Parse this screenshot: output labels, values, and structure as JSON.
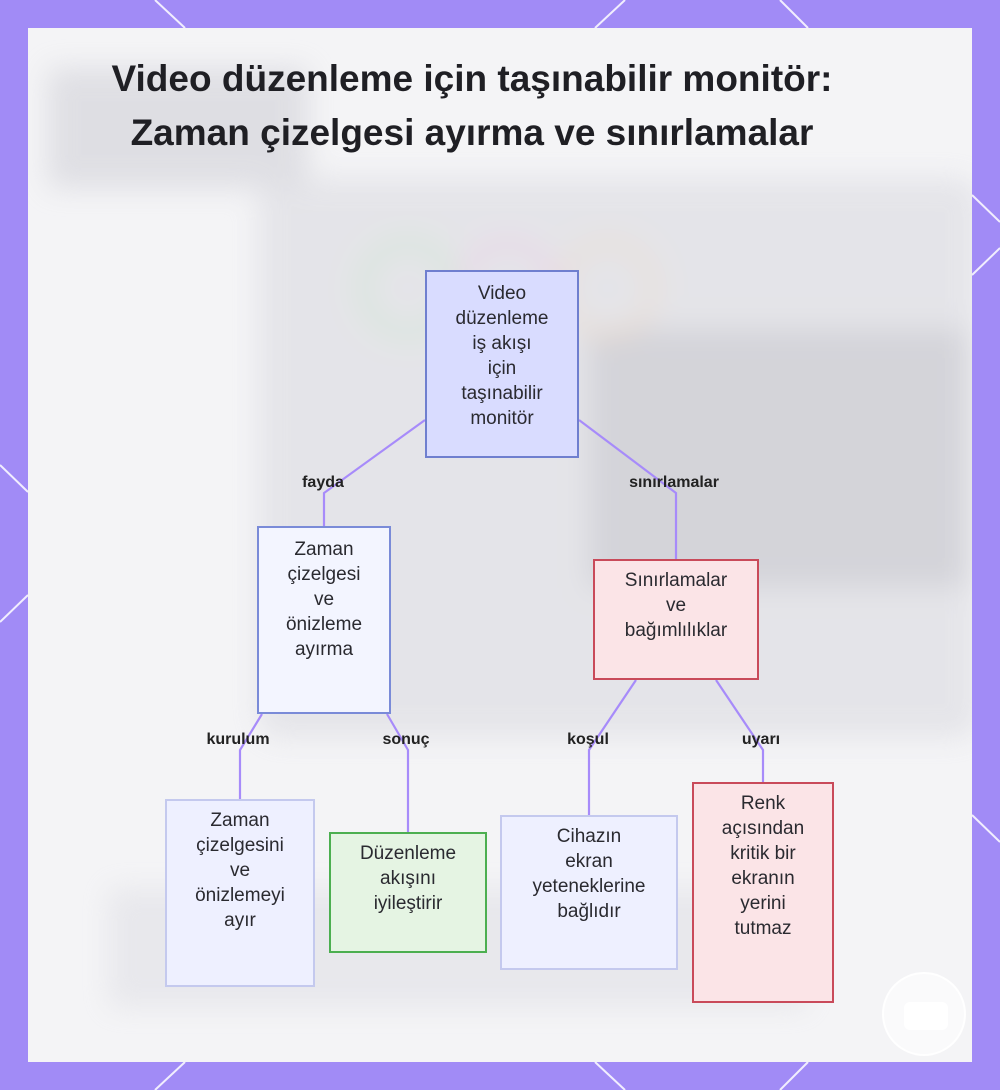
{
  "title": "Video düzenleme için taşınabilir monitör: Zaman çizelgesi ayırma ve sınırlamalar",
  "nodes": {
    "root": [
      "Video",
      "düzenleme",
      "iş akışı",
      "için",
      "taşınabilir",
      "monitör"
    ],
    "benefit": [
      "Zaman",
      "çizelgesi",
      "ve",
      "önizleme",
      "ayırma"
    ],
    "limits": [
      "Sınırlamalar",
      "ve",
      "bağımlılıklar"
    ],
    "setup": [
      "Zaman",
      "çizelgesini",
      "ve",
      "önizlemeyi",
      "ayır"
    ],
    "result": [
      "Düzenleme",
      "akışını",
      "iyileştirir"
    ],
    "condition": [
      "Cihazın",
      "ekran",
      "yeteneklerine",
      "bağlıdır"
    ],
    "warning": [
      "Renk",
      "açısından",
      "kritik bir",
      "ekranın",
      "yerini",
      "tutmaz"
    ]
  },
  "edge_labels": {
    "benefit": "fayda",
    "limits": "sınırlamalar",
    "setup": "kurulum",
    "result": "sonuç",
    "condition": "koşul",
    "warning": "uyarı"
  },
  "colors": {
    "frame": "#a18bf6",
    "edge": "#a78bfa",
    "node_blue": "#d9dcff",
    "node_red": "#fbe4e7",
    "node_green": "#e5f4e3"
  }
}
